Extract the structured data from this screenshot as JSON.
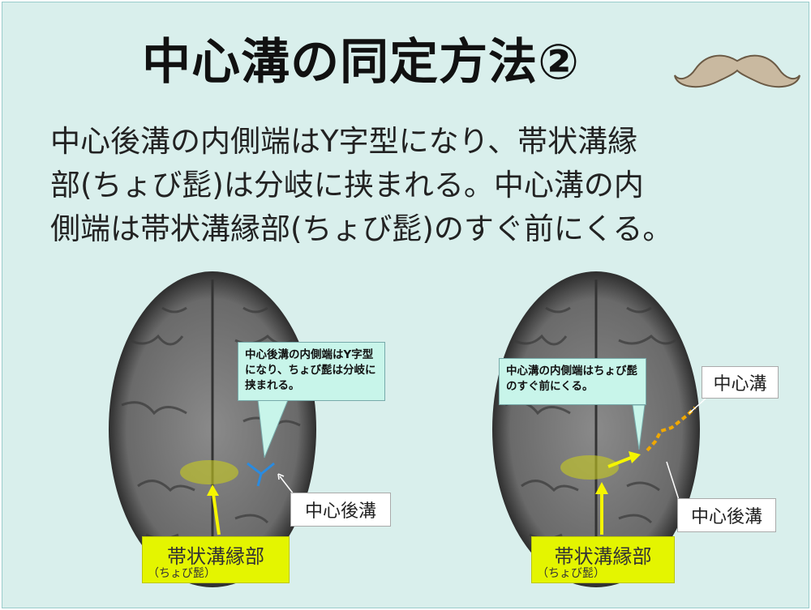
{
  "slide": {
    "title": "中心溝の同定方法②",
    "body": [
      "中心後溝の内側端はY字型になり、帯状溝縁",
      "部(ちょび髭)は分岐に挟まれる。中心溝の内",
      "側端は帯状溝縁部(ちょび髭)のすぐ前にくる。"
    ]
  },
  "left_panel": {
    "callout": "中心後溝の内側端はY字型になり、ちょび髭は分岐に挟まれる。",
    "label_postcentral": "中心後溝",
    "marginal_label": "帯状溝縁部",
    "marginal_sub": "（ちょび髭）"
  },
  "right_panel": {
    "callout": "中心溝の内側端はちょび髭のすぐ前にくる。",
    "label_central": "中心溝",
    "label_postcentral": "中心後溝",
    "marginal_label": "帯状溝縁部",
    "marginal_sub": "（ちょび髭）"
  },
  "colors": {
    "background": "#d9efec",
    "highlight": "#e4f500",
    "arrow": "#f5f500",
    "sulcus_blue": "#2a8be0",
    "sulcus_orange": "#f0a800"
  }
}
